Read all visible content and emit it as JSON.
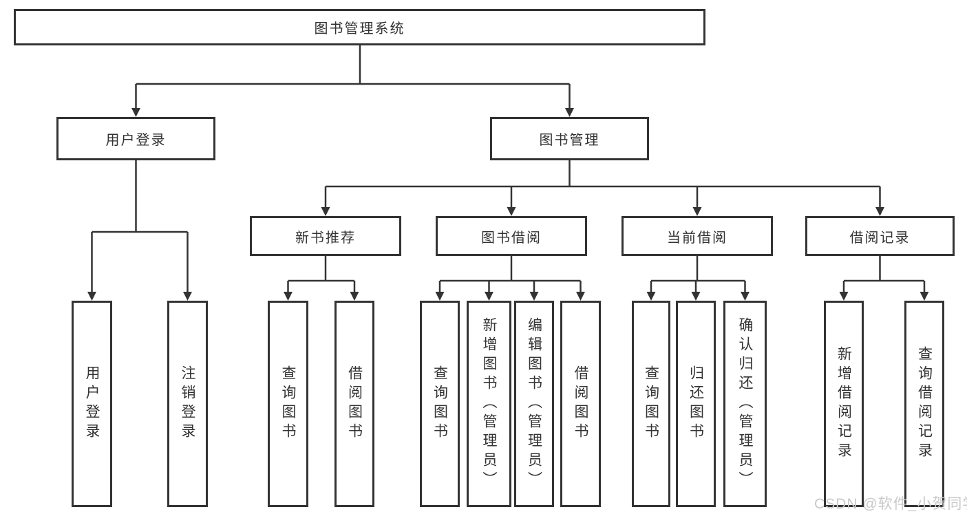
{
  "tree": {
    "label": "图书管理系统",
    "children": [
      {
        "label": "用户登录",
        "children": [
          {
            "label": "用户登录"
          },
          {
            "label": "注销登录"
          }
        ]
      },
      {
        "label": "图书管理",
        "children": [
          {
            "label": "新书推荐",
            "children": [
              {
                "label": "查询图书"
              },
              {
                "label": "借阅图书"
              }
            ]
          },
          {
            "label": "图书借阅",
            "children": [
              {
                "label": "查询图书"
              },
              {
                "label": "新增图书（管理员）"
              },
              {
                "label": "编辑图书（管理员）"
              },
              {
                "label": "借阅图书"
              }
            ]
          },
          {
            "label": "当前借阅",
            "children": [
              {
                "label": "查询图书"
              },
              {
                "label": "归还图书"
              },
              {
                "label": "确认归还（管理员）"
              }
            ]
          },
          {
            "label": "借阅记录",
            "children": [
              {
                "label": "新增借阅记录"
              },
              {
                "label": "查询借阅记录"
              }
            ]
          }
        ]
      }
    ]
  },
  "watermark": {
    "text": "CSDN @软件_小贺同学"
  },
  "colors": {
    "line": "#333333",
    "text": "#333333",
    "background": "#ffffff",
    "watermark": "#c9c9c9"
  }
}
